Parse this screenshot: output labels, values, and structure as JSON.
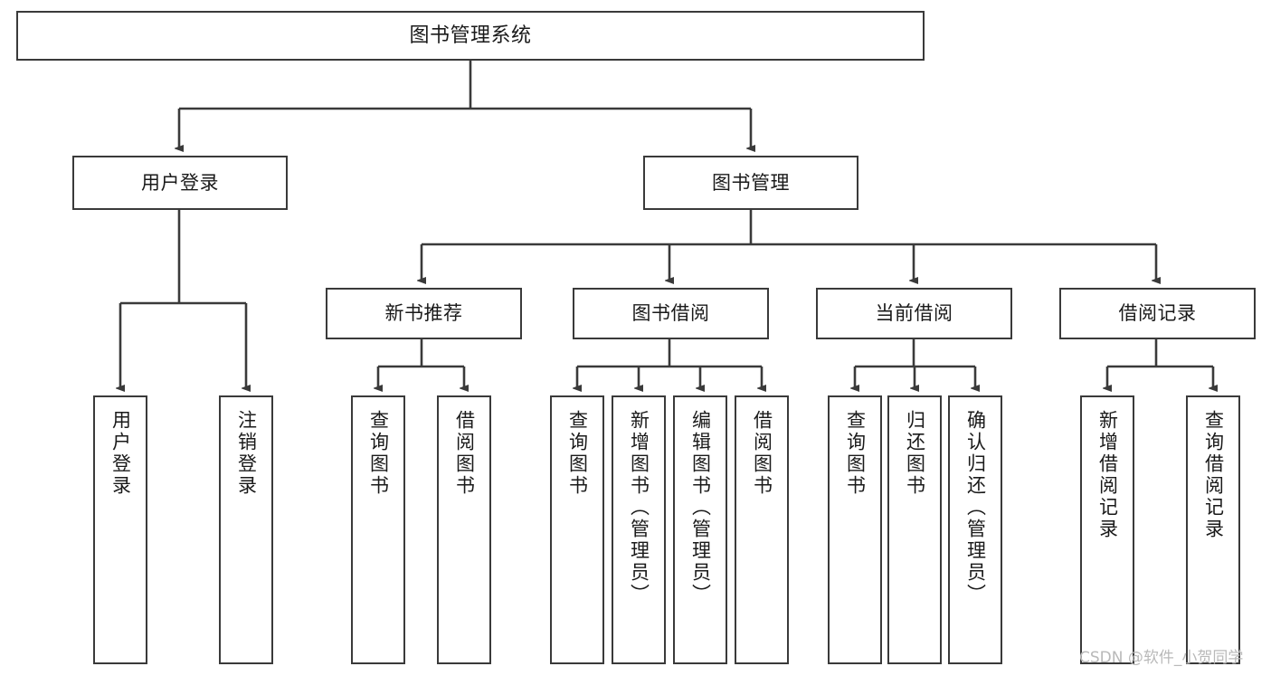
{
  "diagram": {
    "type": "tree-flowchart",
    "title": "图书管理系统",
    "watermark": "CSDN @软件_小贺同学",
    "colors": {
      "box_border": "#3a3a3a",
      "box_fill": "#ffffff",
      "connector": "#3a3a3a",
      "text": "#1a1a1a",
      "watermark": "#b9b9b9",
      "background": "#ffffff"
    },
    "nodes": {
      "root": {
        "label": "图书管理系统"
      },
      "level2": [
        {
          "label": "用户登录"
        },
        {
          "label": "图书管理"
        }
      ],
      "level3": [
        {
          "label": "新书推荐"
        },
        {
          "label": "图书借阅"
        },
        {
          "label": "当前借阅"
        },
        {
          "label": "借阅记录"
        }
      ],
      "leaves_user_login": [
        {
          "label": "用户登录"
        },
        {
          "label": "注销登录"
        }
      ],
      "leaves_new_book": [
        {
          "label": "查询图书"
        },
        {
          "label": "借阅图书"
        }
      ],
      "leaves_borrow": [
        {
          "label": "查询图书"
        },
        {
          "label": "新增图书（管理员）"
        },
        {
          "label": "编辑图书（管理员）"
        },
        {
          "label": "借阅图书"
        }
      ],
      "leaves_current": [
        {
          "label": "查询图书"
        },
        {
          "label": "归还图书"
        },
        {
          "label": "确认归还（管理员）"
        }
      ],
      "leaves_records": [
        {
          "label": "新增借阅记录"
        },
        {
          "label": "查询借阅记录"
        }
      ]
    }
  }
}
